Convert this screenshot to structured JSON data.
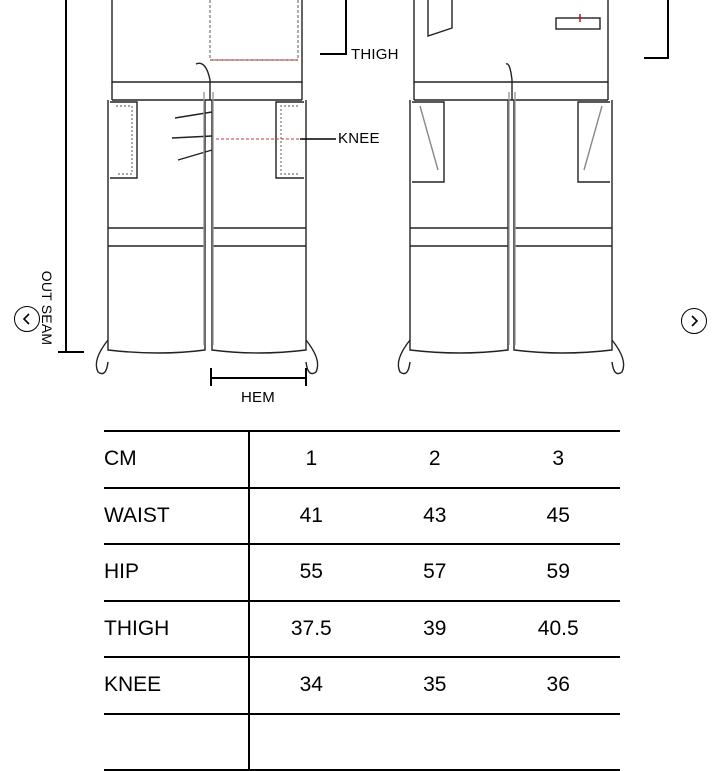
{
  "labels": {
    "thigh": "THIGH",
    "knee": "KNEE",
    "hem": "HEM",
    "out_seam": "OUT SEAM"
  },
  "navigation": {
    "prev_icon": "chevron-left-icon",
    "next_icon": "chevron-right-icon"
  },
  "table": {
    "header": [
      "CM",
      "1",
      "2",
      "3"
    ],
    "rows": [
      [
        "WAIST",
        "41",
        "43",
        "45"
      ],
      [
        "HIP",
        "55",
        "57",
        "59"
      ],
      [
        "THIGH",
        "37.5",
        "39",
        "40.5"
      ],
      [
        "KNEE",
        "34",
        "35",
        "36"
      ],
      [
        "",
        "",
        "",
        ""
      ]
    ]
  }
}
